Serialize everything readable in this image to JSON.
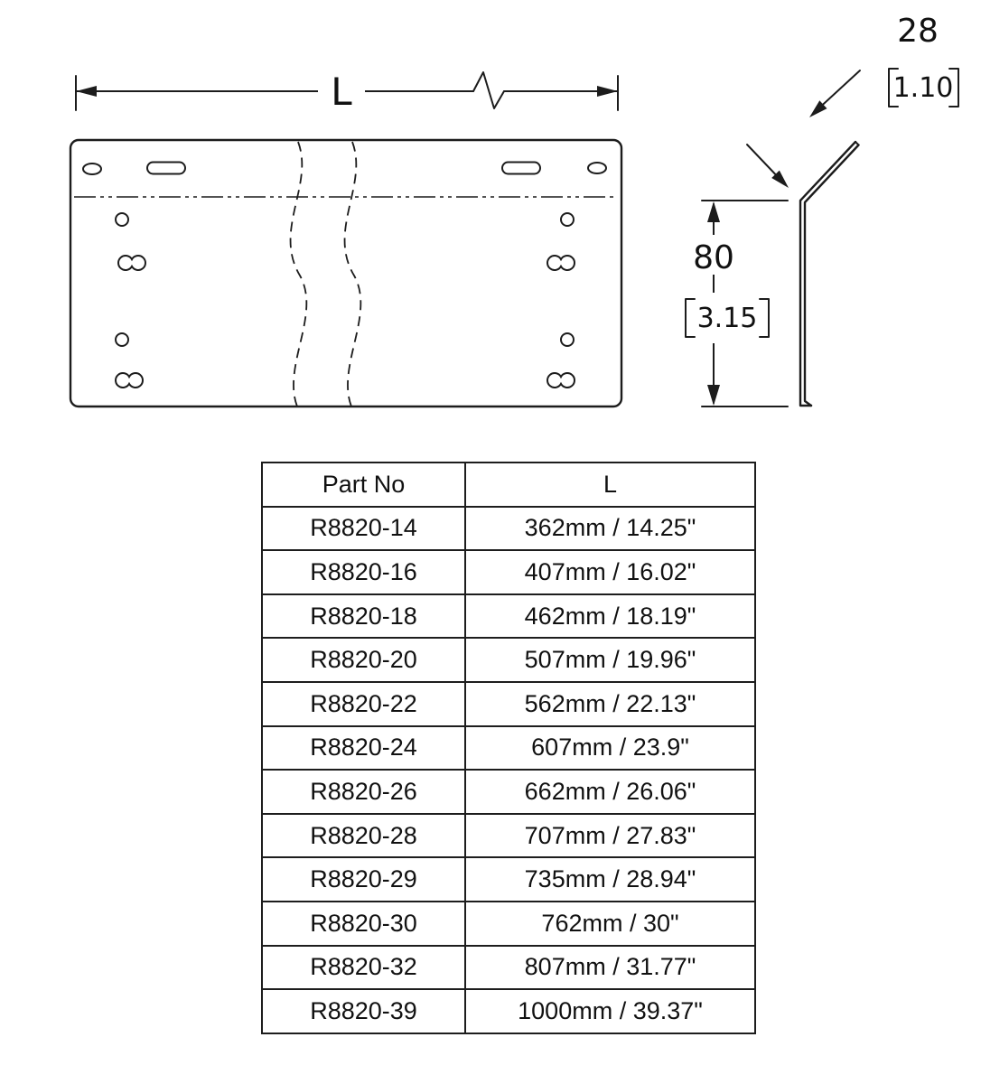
{
  "drawing": {
    "front_view": {
      "length_dim_label": "L"
    },
    "side_view": {
      "flange_dim_mm": "28",
      "flange_dim_in": "1.10",
      "height_dim_mm": "80",
      "height_dim_in": "3.15"
    }
  },
  "table": {
    "headers": {
      "part_no": "Part No",
      "length": "L"
    },
    "rows": [
      {
        "part_no": "R8820-14",
        "length": "362mm / 14.25\""
      },
      {
        "part_no": "R8820-16",
        "length": "407mm / 16.02\""
      },
      {
        "part_no": "R8820-18",
        "length": "462mm / 18.19\""
      },
      {
        "part_no": "R8820-20",
        "length": "507mm / 19.96\""
      },
      {
        "part_no": "R8820-22",
        "length": "562mm / 22.13\""
      },
      {
        "part_no": "R8820-24",
        "length": "607mm / 23.9\""
      },
      {
        "part_no": "R8820-26",
        "length": "662mm / 26.06\""
      },
      {
        "part_no": "R8820-28",
        "length": "707mm / 27.83\""
      },
      {
        "part_no": "R8820-29",
        "length": "735mm / 28.94\""
      },
      {
        "part_no": "R8820-30",
        "length": "762mm / 30\""
      },
      {
        "part_no": "R8820-32",
        "length": "807mm / 31.77\""
      },
      {
        "part_no": "R8820-39",
        "length": "1000mm / 39.37\""
      }
    ]
  }
}
